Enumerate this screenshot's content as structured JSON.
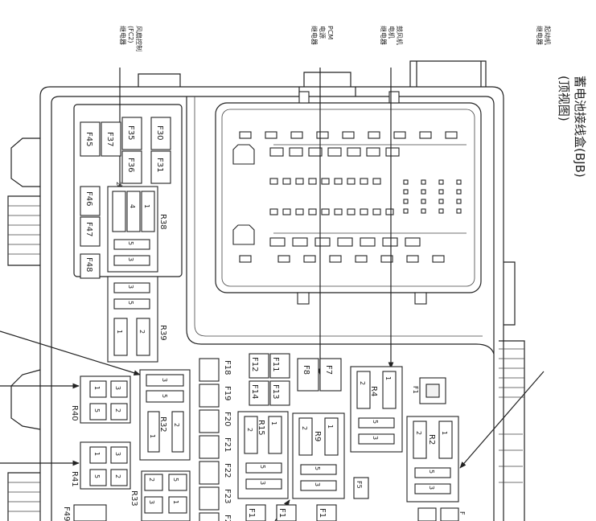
{
  "title": {
    "line1": "蓄电池接线盒(BJB)",
    "line2": "(顶视图)"
  },
  "callouts": {
    "fan_relay": [
      "风扇控制",
      "(FC2)",
      "继电器"
    ],
    "pcm_relay": [
      "PCM",
      "电源",
      "继电器"
    ],
    "blower_relay": [
      "鼓风机",
      "电机",
      "继电器"
    ],
    "starter_relay": [
      "起动机",
      "继电器"
    ]
  },
  "fuses": {
    "F45": "F45",
    "F37": "F37",
    "F35": "F35",
    "F36": "F36",
    "F30": "F30",
    "F31": "F31",
    "F46": "F46",
    "F47": "F47",
    "F48": "F48",
    "F49": "F49",
    "F18": "F18",
    "F19": "F19",
    "F20": "F20",
    "F21": "F21",
    "F22": "F22",
    "F23": "F23",
    "F24": "F2",
    "F12": "F12",
    "F11": "F11",
    "F14": "F14",
    "F13": "F13",
    "F8": "F8",
    "F7": "F7",
    "F1": "F1",
    "F5": "F5",
    "F15": "F1",
    "F16": "F1",
    "F17": "F1",
    "F6": "F"
  },
  "relays": {
    "R38": "R38",
    "R39": "R39",
    "R32": "R32",
    "R40": "R40",
    "R41": "R41",
    "R33": "R33",
    "R15": "R15",
    "R9": "R9",
    "R4": "R4",
    "R2": "R2"
  },
  "pins": {
    "p1": "1",
    "p2": "2",
    "p3": "3",
    "p4": "4",
    "p5": "5"
  }
}
